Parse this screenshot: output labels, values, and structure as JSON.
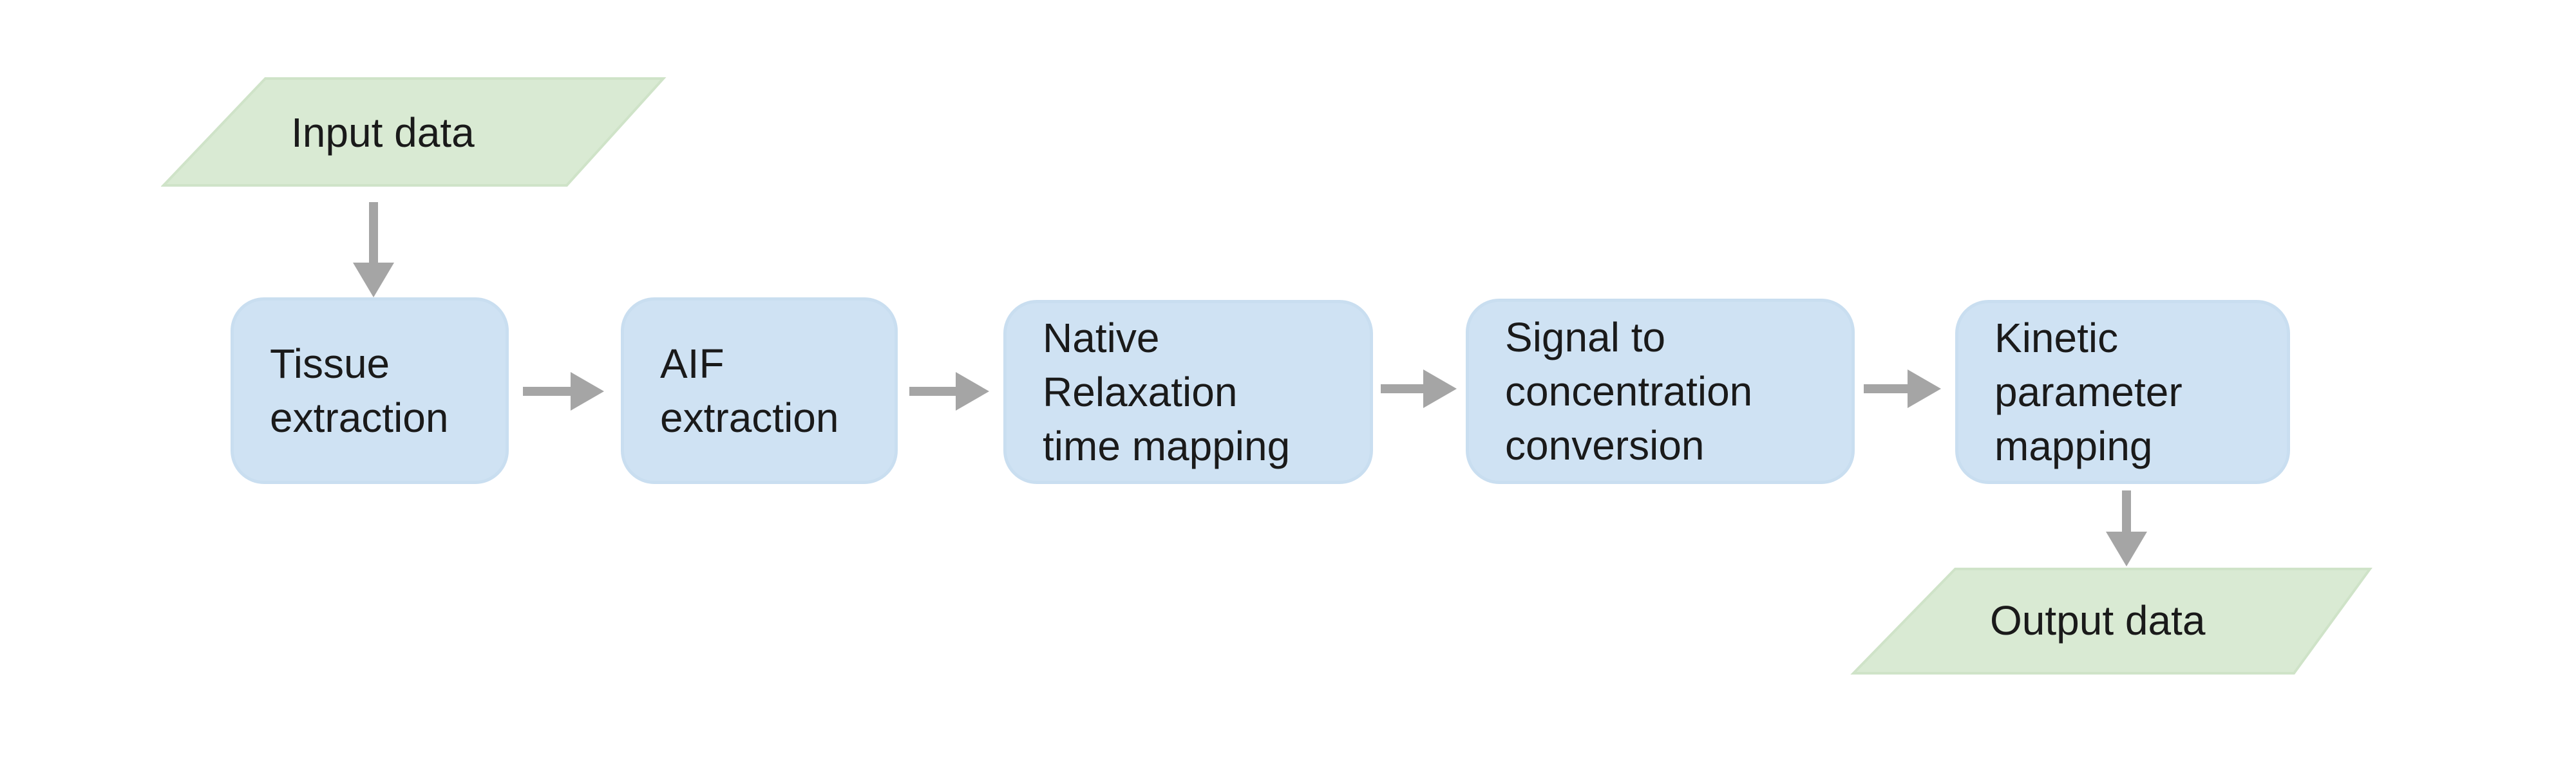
{
  "diagram": {
    "colors": {
      "process_fill": "#cfe2f3",
      "io_fill": "#d9ead3",
      "arrow": "#a5a5a5"
    },
    "input": {
      "label": "Input data"
    },
    "output": {
      "label": "Output data"
    },
    "steps": [
      {
        "lines": [
          "Tissue",
          "extraction"
        ]
      },
      {
        "lines": [
          "AIF",
          "extraction"
        ]
      },
      {
        "lines": [
          "Native",
          "Relaxation",
          "time mapping"
        ]
      },
      {
        "lines": [
          "Signal to",
          "concentration",
          "conversion"
        ]
      },
      {
        "lines": [
          "Kinetic",
          "parameter",
          "mapping"
        ]
      }
    ],
    "edges": [
      {
        "from": "input",
        "to": "step-1"
      },
      {
        "from": "step-1",
        "to": "step-2"
      },
      {
        "from": "step-2",
        "to": "step-3"
      },
      {
        "from": "step-3",
        "to": "step-4"
      },
      {
        "from": "step-4",
        "to": "step-5"
      },
      {
        "from": "step-5",
        "to": "output"
      }
    ]
  }
}
